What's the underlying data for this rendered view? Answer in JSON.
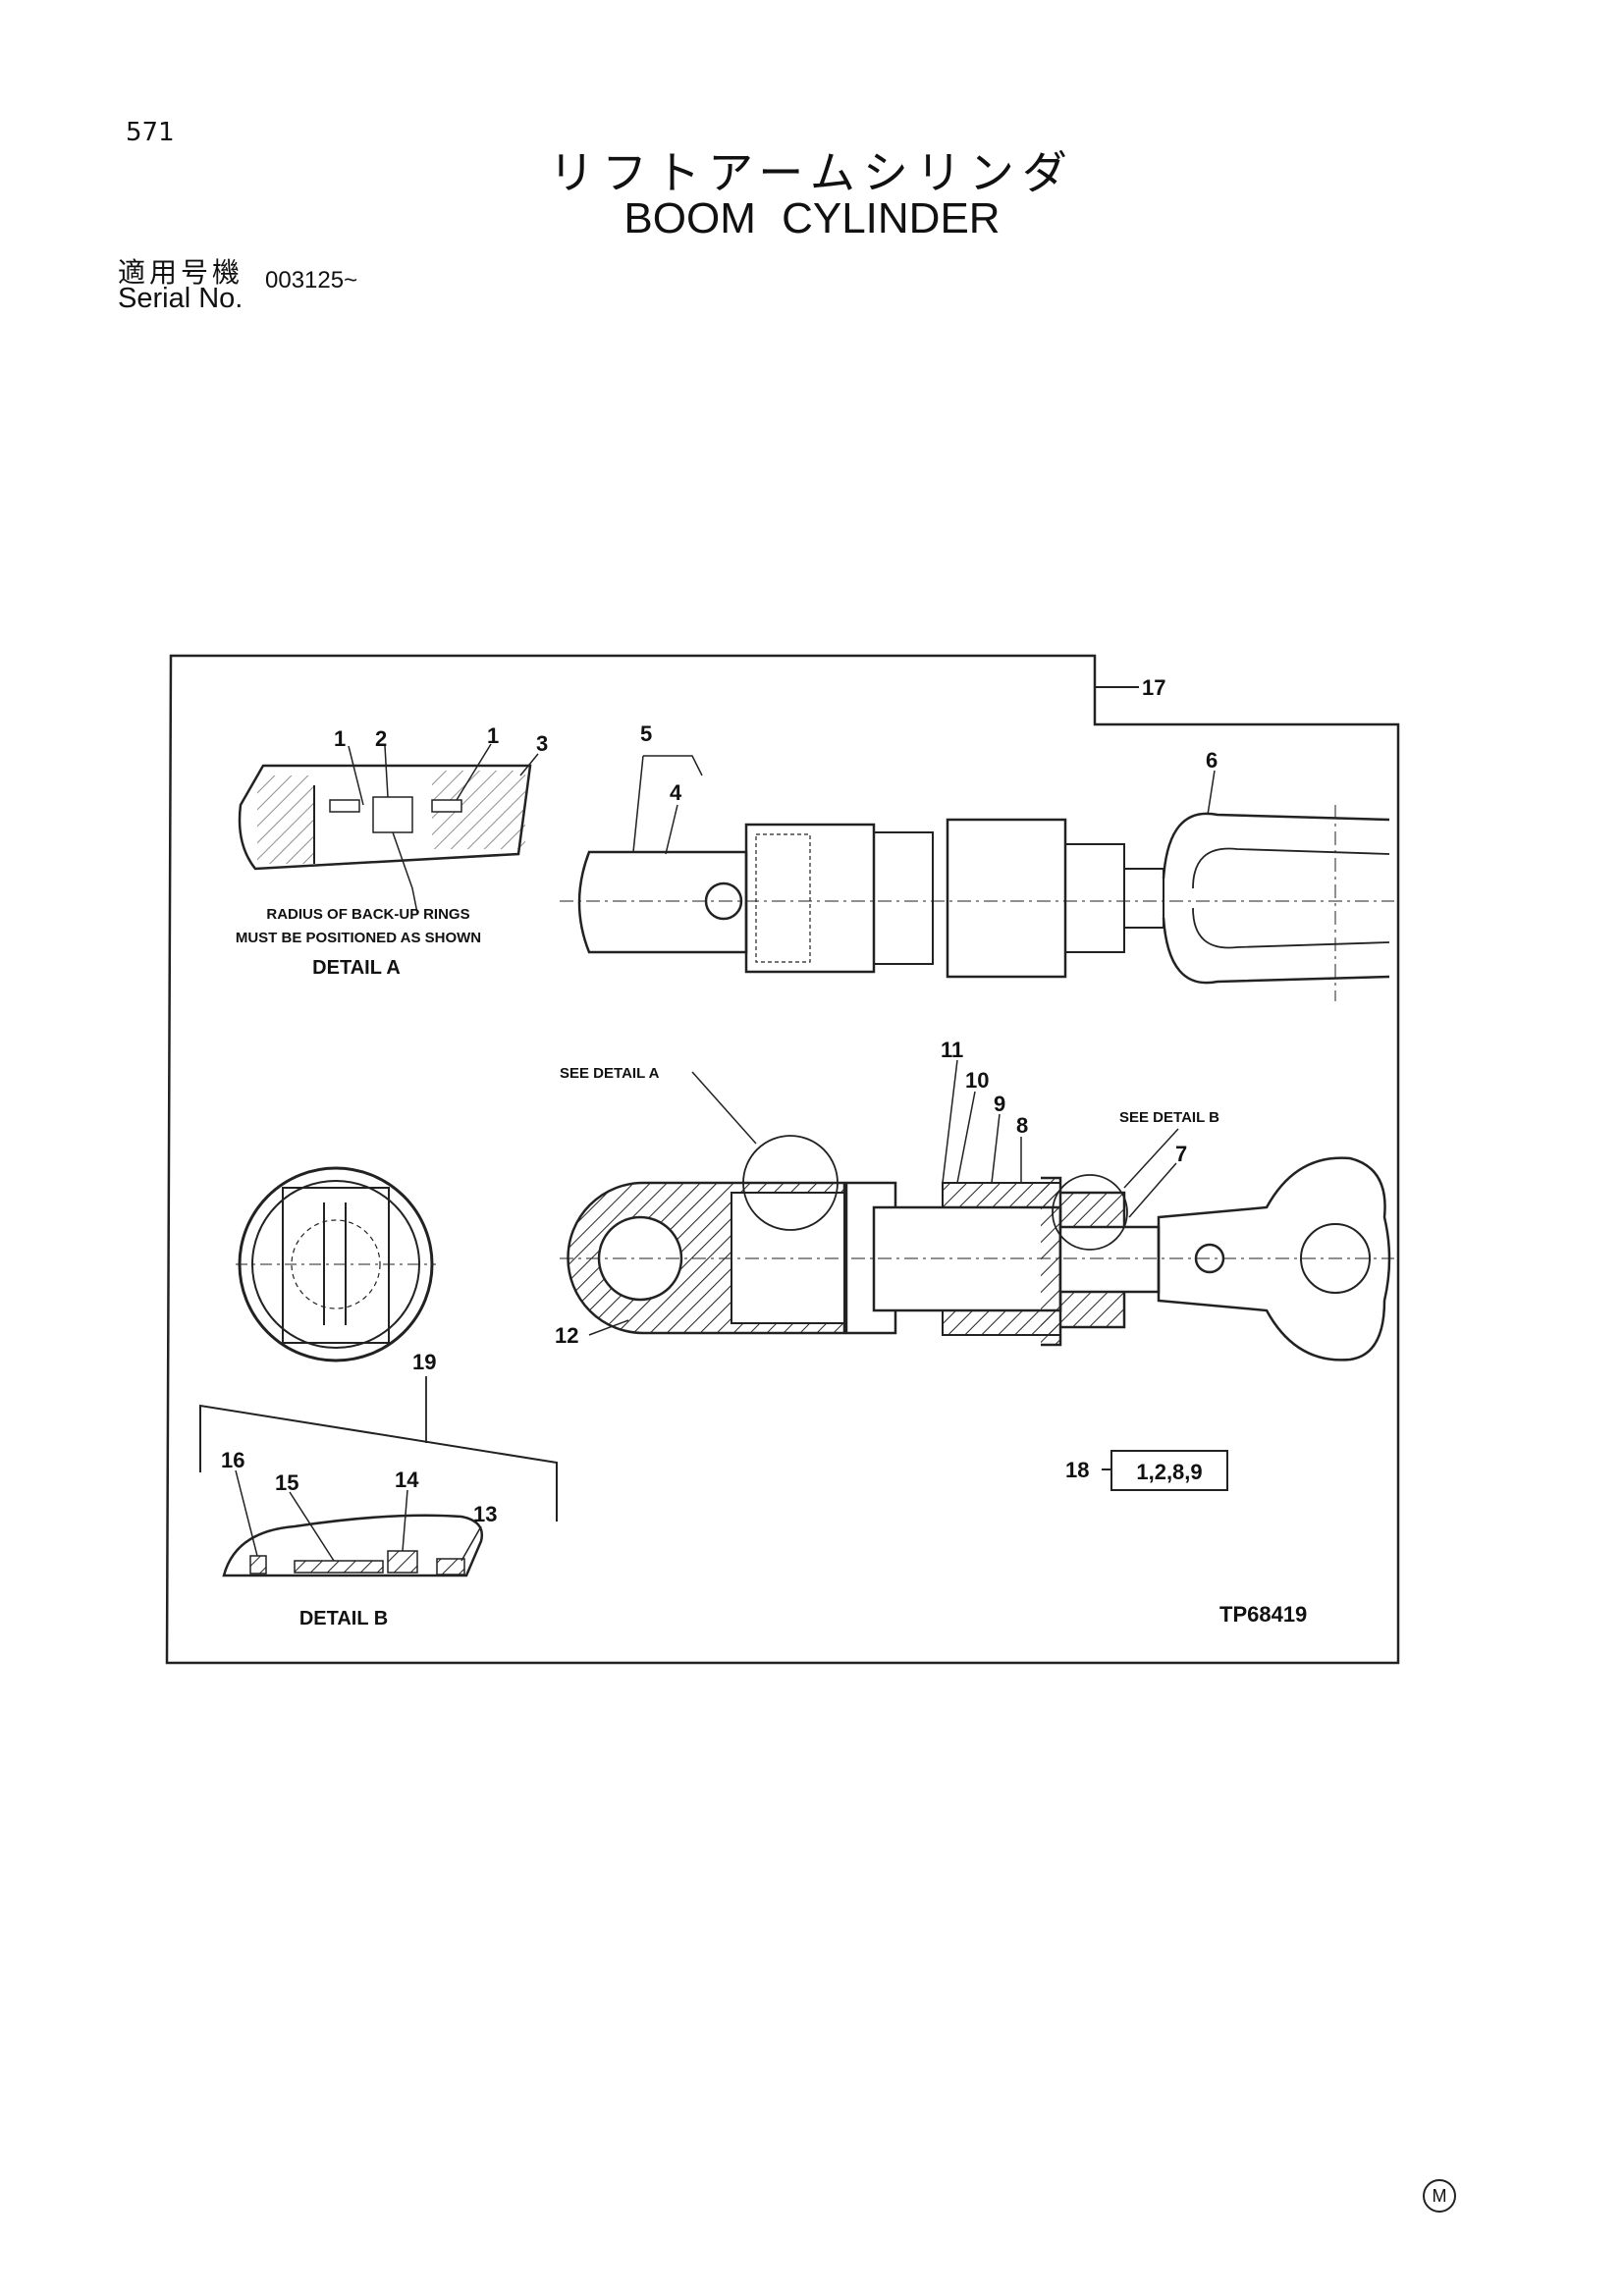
{
  "header": {
    "page_number": "571",
    "title_jp": "リフトアームシリンダ",
    "title_en": "BOOM CYLINDER",
    "serial_label_jp": "適用号機",
    "serial_label_en": "Serial No.",
    "serial_value": "003125~"
  },
  "diagram": {
    "callouts": {
      "c17": "17",
      "c1a": "1",
      "c2": "2",
      "c1b": "1",
      "c3": "3",
      "c5": "5",
      "c4": "4",
      "c6": "6",
      "c11": "11",
      "c10": "10",
      "c9": "9",
      "c8": "8",
      "c7": "7",
      "c12": "12",
      "c19": "19",
      "c16": "16",
      "c15": "15",
      "c14": "14",
      "c13": "13",
      "c18": "18"
    },
    "detail_a_note_line1": "RADIUS OF BACK-UP RINGS",
    "detail_a_note_line2": "MUST BE POSITIONED AS SHOWN",
    "detail_a_caption": "DETAIL A",
    "detail_b_caption": "DETAIL B",
    "see_detail_a": "SEE DETAIL A",
    "see_detail_b": "SEE DETAIL B",
    "kit_items": "1,2,8,9",
    "drawing_number": "TP68419"
  },
  "footer": {
    "mark": "M"
  }
}
